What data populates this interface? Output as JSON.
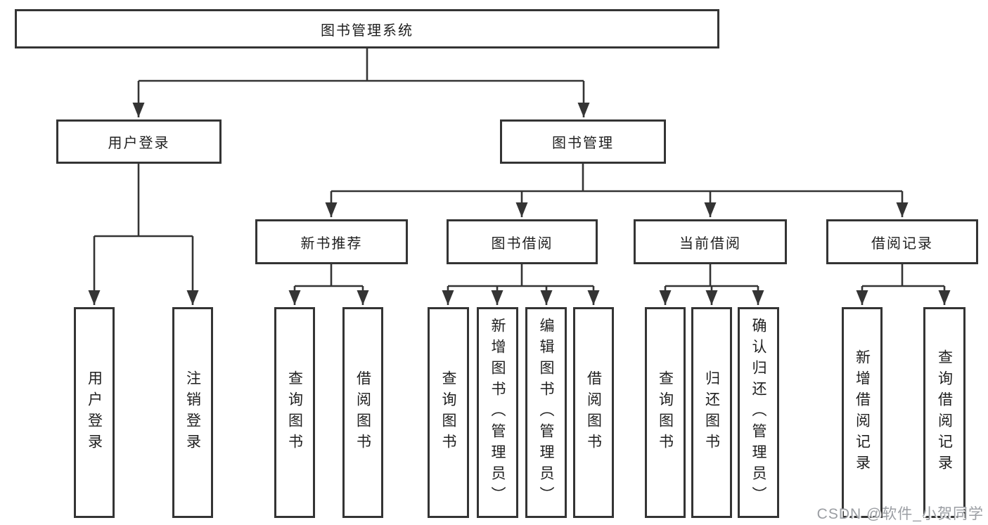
{
  "diagram": {
    "root": {
      "label": "图书管理系统"
    },
    "level2": {
      "user_login": {
        "label": "用户登录"
      },
      "book_management": {
        "label": "图书管理"
      }
    },
    "level3": {
      "new_book_recommend": {
        "label": "新书推荐"
      },
      "book_borrow": {
        "label": "图书借阅"
      },
      "current_borrow": {
        "label": "当前借阅"
      },
      "borrow_records": {
        "label": "借阅记录"
      }
    },
    "leaves": {
      "user_login_login": {
        "label": "用户登录"
      },
      "user_login_logout": {
        "label": "注销登录"
      },
      "recommend_query_books": {
        "label": "查询图书"
      },
      "recommend_borrow_books": {
        "label": "借阅图书"
      },
      "borrow_query_books": {
        "label": "查询图书"
      },
      "borrow_add_books": {
        "label": "新增图书（管理员）"
      },
      "borrow_edit_books": {
        "label": "编辑图书（管理员）"
      },
      "borrow_borrow_books": {
        "label": "借阅图书"
      },
      "current_query_books": {
        "label": "查询图书"
      },
      "current_return_books": {
        "label": "归还图书"
      },
      "current_confirm_return": {
        "label": "确认归还（管理员）"
      },
      "records_add_record": {
        "label": "新增借阅记录"
      },
      "records_query_record": {
        "label": "查询借阅记录"
      }
    },
    "watermark": "CSDN @软件_小贺同学",
    "colors": {
      "line": "#343434",
      "box_border": "#343434",
      "text": "#1f1f1f",
      "watermark": "#9b9ea3",
      "background": "#ffffff"
    }
  }
}
